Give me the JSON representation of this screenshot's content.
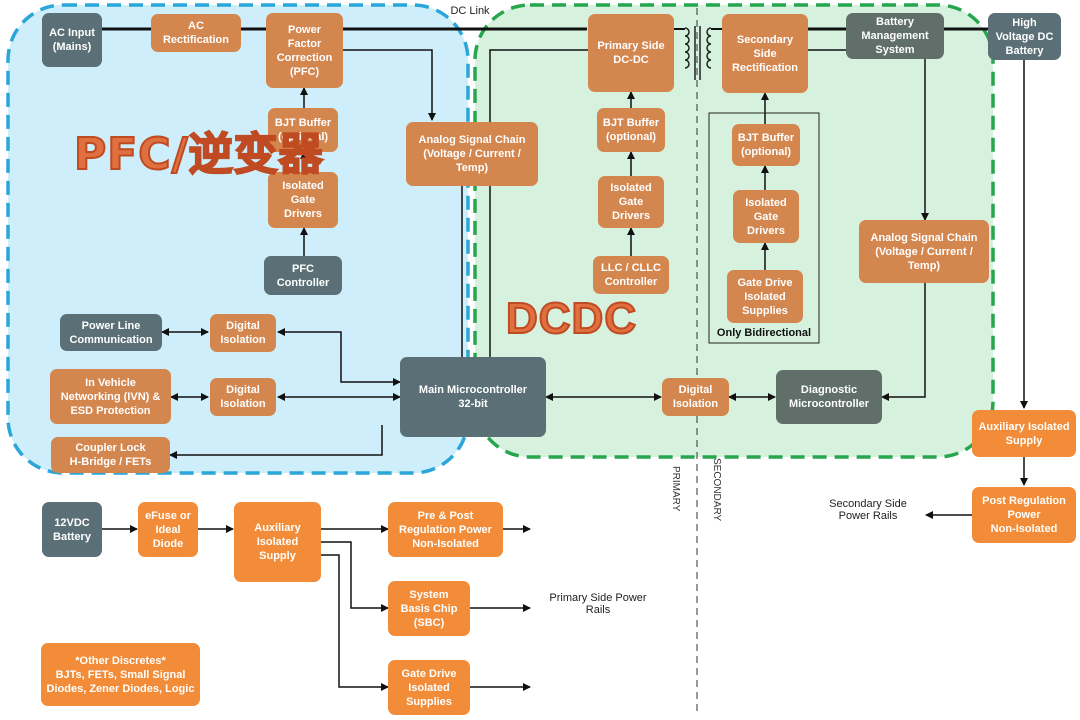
{
  "labels": {
    "dc_link": "DC Link",
    "pfc_overlay": "PFC/逆变器",
    "dcdc_overlay": "DCDC",
    "primary": "PRIMARY",
    "secondary": "SECONDARY",
    "only_bidirectional": "Only Bidirectional",
    "primary_side_power_rails": "Primary Side Power\nRails",
    "secondary_side_power_rails": "Secondary Side\nPower Rails"
  },
  "blocks": {
    "ac_input": "AC Input\n(Mains)",
    "ac_rectification": "AC\nRectification",
    "pfc": "Power\nFactor\nCorrection\n(PFC)",
    "bjt_buffer_pfc": "BJT Buffer\n(optional)",
    "isolated_gate_drivers_pfc": "Isolated\nGate\nDrivers",
    "pfc_controller": "PFC\nController",
    "analog_signal_chain_primary": "Analog Signal Chain\n(Voltage / Current /\nTemp)",
    "primary_side_dcdc": "Primary Side\nDC-DC",
    "bjt_buffer_primary": "BJT Buffer\n(optional)",
    "isolated_gate_drivers_primary": "Isolated\nGate\nDrivers",
    "llc_controller": "LLC / CLLC\nController",
    "secondary_side_rectification": "Secondary\nSide\nRectification",
    "bjt_buffer_secondary": "BJT Buffer\n(optional)",
    "isolated_gate_drivers_secondary": "Isolated\nGate\nDrivers",
    "gate_drive_isolated_supplies": "Gate Drive\nIsolated\nSupplies",
    "battery_management_system": "Battery\nManagement\nSystem",
    "high_voltage_dc_battery": "High\nVoltage DC\nBattery",
    "analog_signal_chain_secondary": "Analog Signal Chain\n(Voltage / Current /\nTemp)",
    "power_line_communication": "Power Line\nCommunication",
    "digital_isolation_plc": "Digital\nIsolation",
    "in_vehicle_networking": "In Vehicle\nNetworking (IVN) &\nESD Protection",
    "digital_isolation_ivn": "Digital\nIsolation",
    "coupler_lock": "Coupler Lock\nH-Bridge / FETs",
    "main_microcontroller": "Main Microcontroller\n32-bit",
    "digital_isolation_center": "Digital\nIsolation",
    "diagnostic_microcontroller": "Diagnostic\nMicrocontroller",
    "auxiliary_isolated_supply_right": "Auxiliary Isolated\nSupply",
    "post_regulation_power": "Post Regulation\nPower\nNon-Isolated",
    "battery_12vdc": "12VDC\nBattery",
    "efuse_ideal_diode": "eFuse or\nIdeal\nDiode",
    "auxiliary_isolated_supply_left": "Auxiliary\nIsolated\nSupply",
    "pre_post_regulation_power": "Pre & Post\nRegulation Power\nNon-Isolated",
    "system_basis_chip": "System\nBasis Chip\n(SBC)",
    "gate_drive_isolated_supplies_bottom": "Gate Drive\nIsolated\nSupplies",
    "other_discretes": "*Other Discretes*\nBJTs, FETs, Small Signal\nDiodes, Zener Diodes, Logic"
  },
  "colors": {
    "pfc_region_fill": "#cdeefa",
    "pfc_region_border": "#2aa6d8",
    "dcdc_region_fill": "#d6f2df",
    "dcdc_region_border": "#27a54f",
    "block_orange_muted": "#d4864f",
    "block_orange_bright": "#f28c38",
    "block_gray": "#5a6f76",
    "overlay_text": "#e07040"
  }
}
